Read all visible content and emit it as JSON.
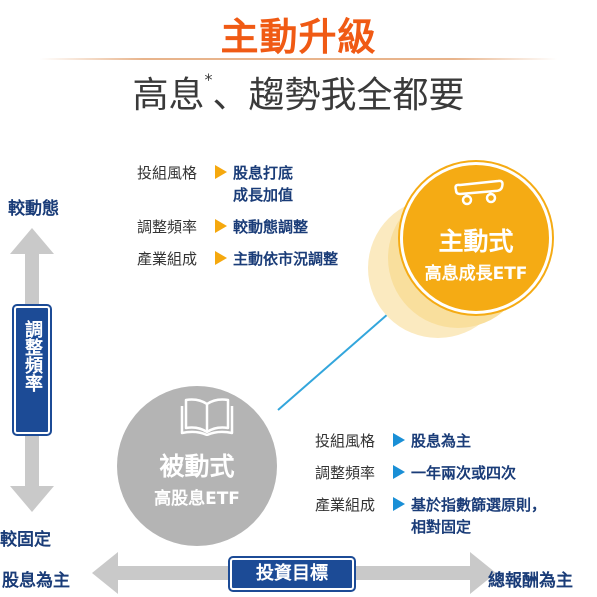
{
  "title": "主動升級",
  "subtitle": {
    "main_left": "高息",
    "asterisk": "*",
    "main_right": "、趨勢我全都要"
  },
  "y_axis": {
    "top_label": "較動態",
    "bottom_label": "較固定",
    "badge": "調整頻率"
  },
  "x_axis": {
    "left_label": "股息為主",
    "right_label": "總報酬為主",
    "badge": "投資目標"
  },
  "active_etf": {
    "name": "主動式",
    "type": "高息成長ETF",
    "rows": [
      {
        "key": "投組風格",
        "value_lines": [
          "股息打底",
          "成長加值"
        ]
      },
      {
        "key": "調整頻率",
        "value_lines": [
          "較動態調整"
        ]
      },
      {
        "key": "產業組成",
        "value_lines": [
          "主動依市況調整"
        ]
      }
    ]
  },
  "passive_etf": {
    "name": "被動式",
    "type": "高股息ETF",
    "rows": [
      {
        "key": "投組風格",
        "value_lines": [
          "股息為主"
        ]
      },
      {
        "key": "調整頻率",
        "value_lines": [
          "一年兩次或四次"
        ]
      },
      {
        "key": "產業組成",
        "value_lines": [
          "基於指數篩選原則，",
          "相對固定"
        ]
      }
    ]
  },
  "colors": {
    "title": "#f05a14",
    "navy": "#1c4b96",
    "orange": "#f5ab14",
    "blue": "#1a8fd6",
    "gray": "#b4b4b4"
  },
  "icons": {
    "active": "skateboard-icon",
    "passive": "book-icon"
  }
}
